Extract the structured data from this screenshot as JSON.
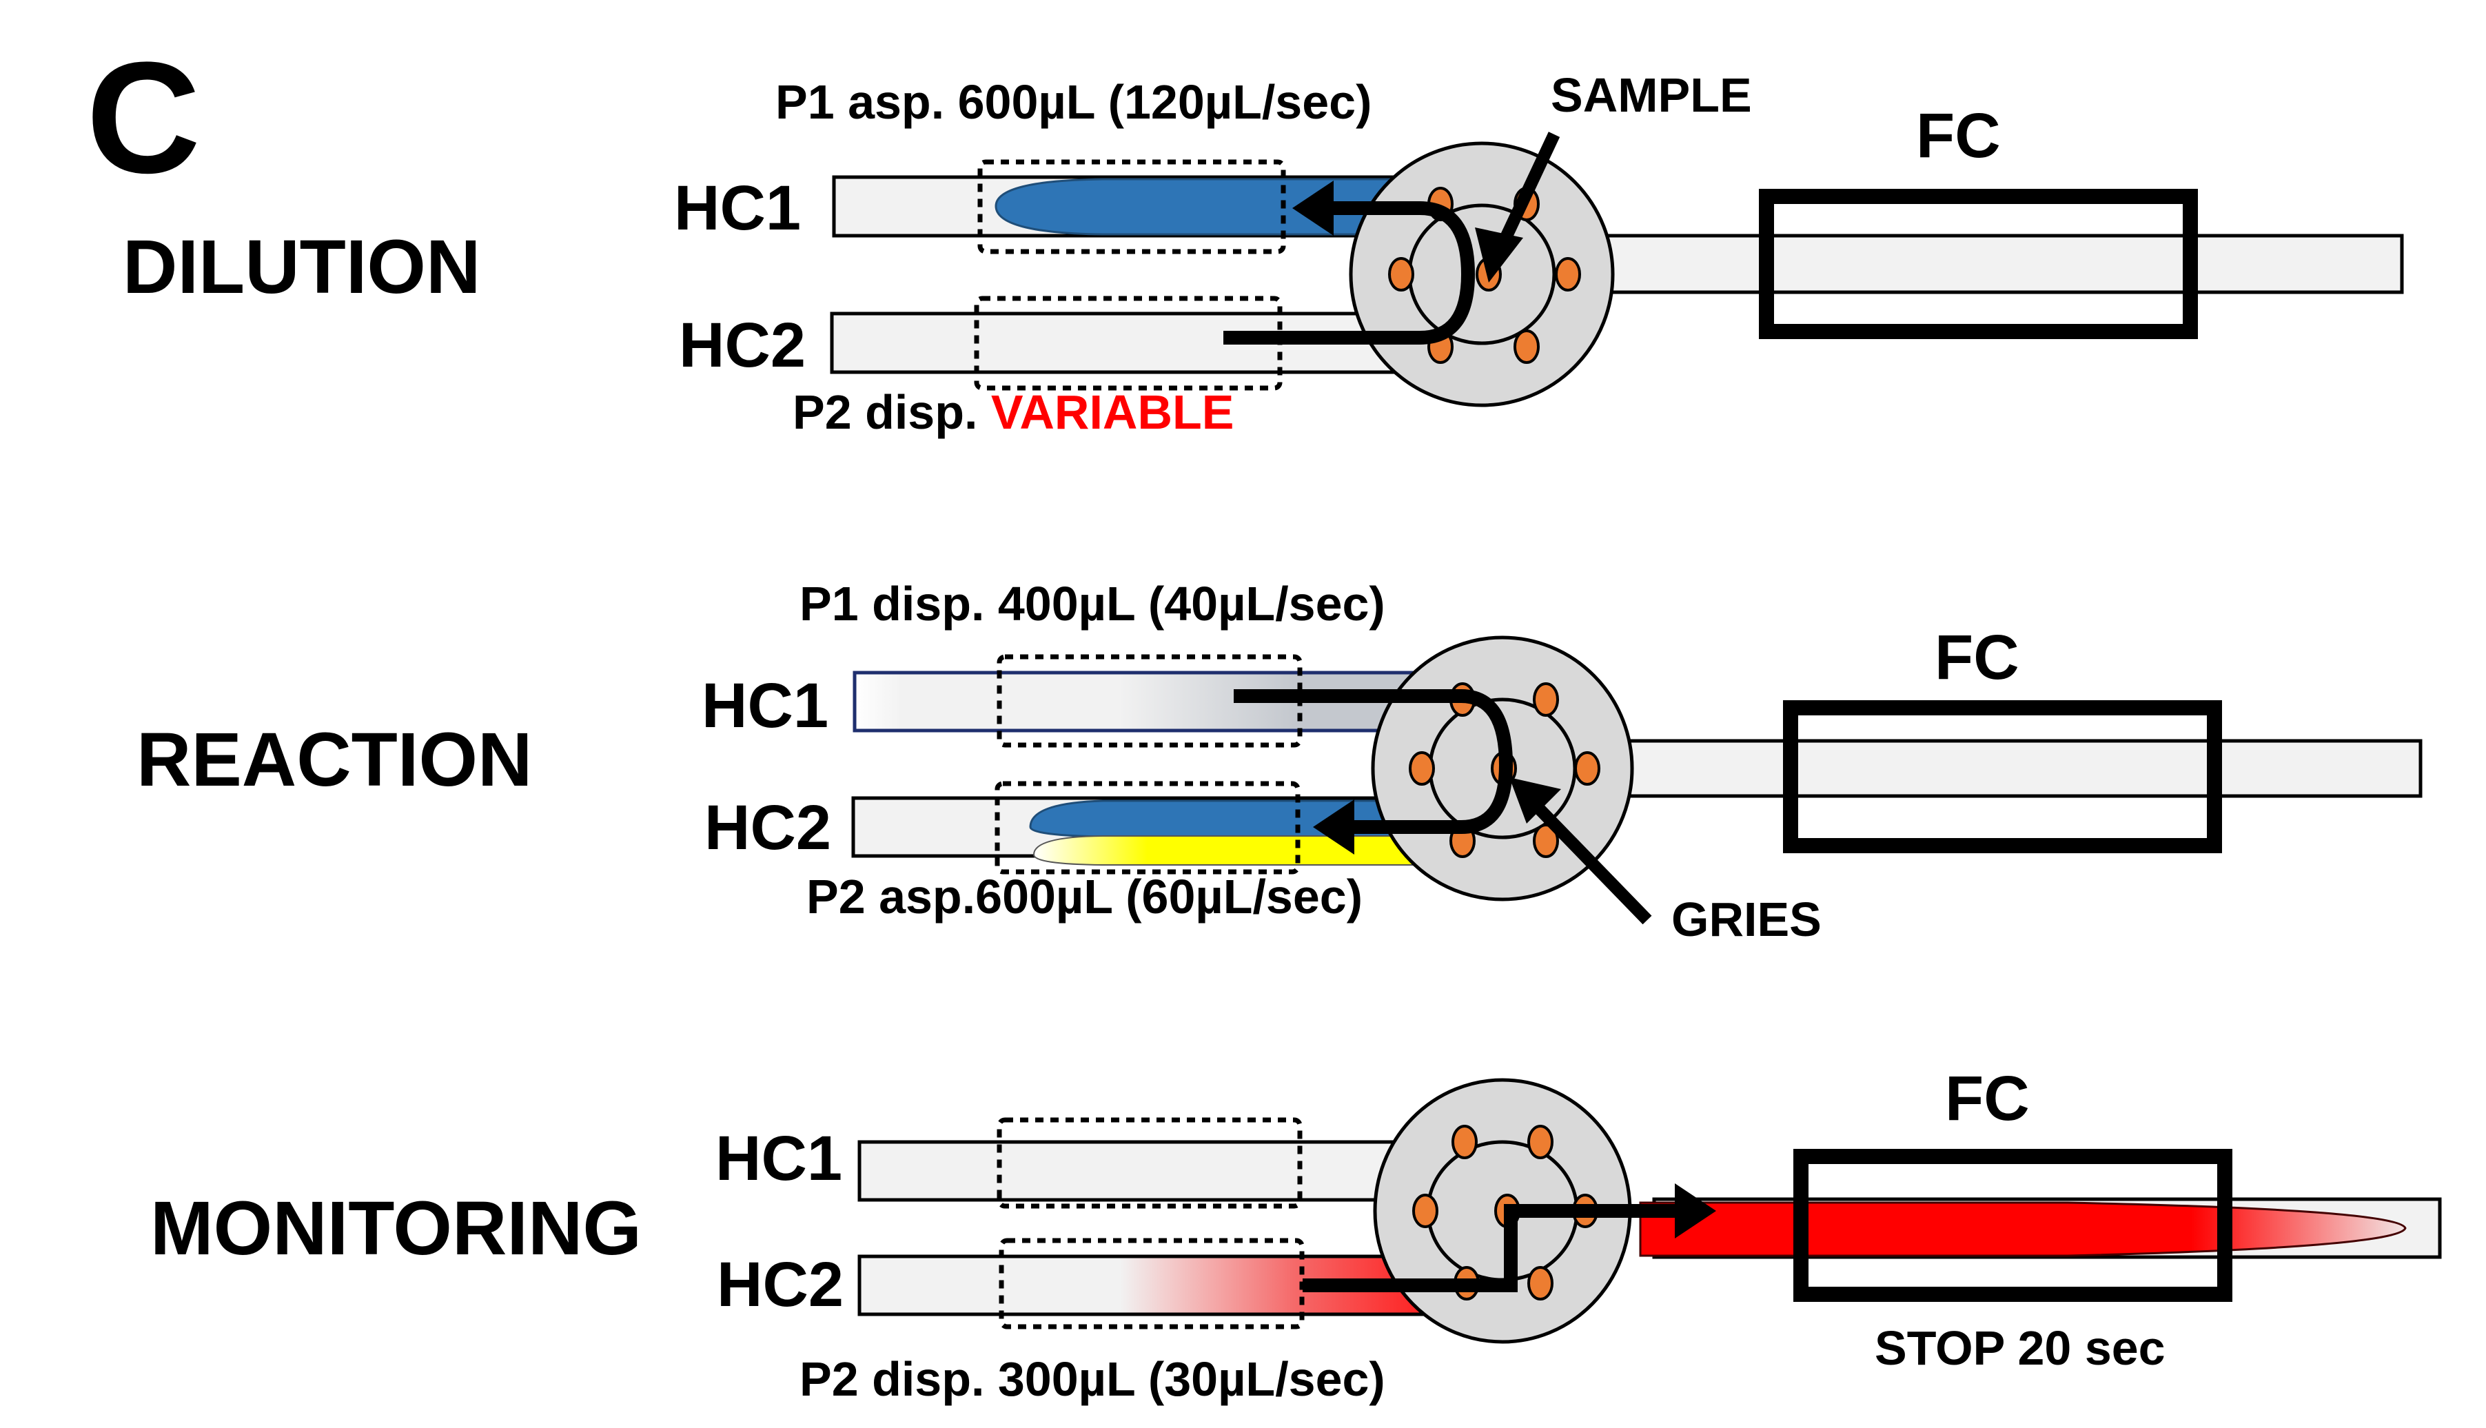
{
  "figure": {
    "panel_letter": "C",
    "colors": {
      "sample_blue": "#2e75b6",
      "gries_yellow": "#ffff00",
      "product_red": "#ff0000",
      "port_orange": "#ed7d31",
      "valve_gray": "#d9d9d9",
      "tube_fill": "#f2f2f2",
      "highlight_red_text": "#ff0000"
    },
    "stages": [
      {
        "name": "DILUTION",
        "hc1_label": "HC1",
        "hc2_label": "HC2",
        "fc_label": "FC",
        "pump_top": "P1 asp. 600µL (120µL/sec)",
        "pump_bottom_prefix": "P2 disp. ",
        "pump_bottom_highlight": "VARIABLE",
        "callout": "SAMPLE"
      },
      {
        "name": "REACTION",
        "hc1_label": "HC1",
        "hc2_label": "HC2",
        "fc_label": "FC",
        "pump_top": "P1 disp. 400µL (40µL/sec)",
        "pump_bottom": "P2 asp.600µL (60µL/sec)",
        "callout": "GRIES"
      },
      {
        "name": "MONITORING",
        "hc1_label": "HC1",
        "hc2_label": "HC2",
        "fc_label": "FC",
        "pump_bottom": "P2 disp. 300µL (30µL/sec)",
        "fc_note": "STOP 20 sec"
      }
    ]
  }
}
